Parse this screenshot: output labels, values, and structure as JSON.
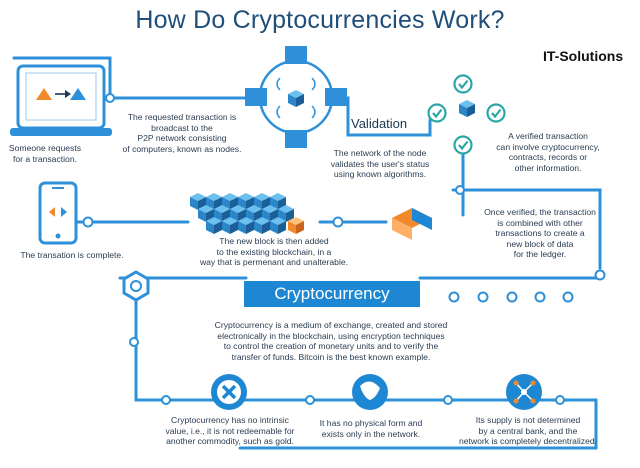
{
  "title": "How Do Cryptocurrencies Work?",
  "brand": "IT-Solutions",
  "validation_label": "Validation",
  "steps": {
    "request": "Someone requests\nfor a transaction.",
    "broadcast": "The requested transaction is\nbroadcast to the\nP2P network consisting\nof computers, known as nodes.",
    "validate": "The network of the node\nvalidates the user's status\nusing known algorithms.",
    "verified": "A verified transaction\ncan involve cryptocurrency,\ncontracts, records or\nother information.",
    "combined": "Once verified, the transaction\nis combined with other\ntransactions to create a\nnew block of data\nfor the ledger.",
    "added": "The new block is then added\nto the existing blockchain, in a\nway that is permenant and unalterable.",
    "complete": "The transation is complete."
  },
  "crypto_label": "Cryptocurrency",
  "crypto_desc": "Cryptocurrency is a medium of exchange, created and stored\nelectronically in the blockchain, using encryption techniques\nto control the creation of monetary units and to verify the\ntransfer of funds. Bitcoin is the best known example.",
  "facts": [
    {
      "text": "Cryptocurrency has no intrinsic\nvalue, i.e., it is not redeemable for\nanother commodity, such as gold.",
      "icon": "x-coin-icon"
    },
    {
      "text": "It has no physical form and\nexists only in the network.",
      "icon": "shape-icon"
    },
    {
      "text": "Its supply is not determined\nby a central bank, and the\nnetwork is completely decentralized.",
      "icon": "network-icon"
    }
  ],
  "colors": {
    "line": "#2e90d8",
    "accent": "#1e87d3",
    "cube_blue": "#2a86c9",
    "cube_orange": "#f0892b",
    "check_teal": "#2aa6a4",
    "title": "#1f4e79"
  }
}
